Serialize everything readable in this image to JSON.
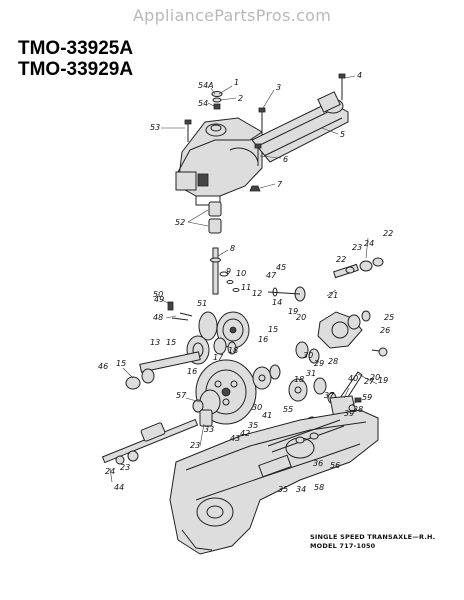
{
  "watermark": "AppliancePartsPros.com",
  "models": [
    "TMO-33925A",
    "TMO-33929A"
  ],
  "caption": {
    "line1": "SINGLE SPEED TRANSAXLE—R.H.",
    "line2": "MODEL 717-1050"
  },
  "callouts": {
    "c1": "1",
    "c2": "2",
    "c3": "3",
    "c4": "4",
    "c5": "5",
    "c6": "6",
    "c7": "7",
    "c8": "8",
    "c9": "9",
    "c10": "10",
    "c11": "11",
    "c12": "12",
    "c13": "13",
    "c14": "14",
    "c15a": "15",
    "c15b": "15",
    "c15c": "15",
    "c16a": "16",
    "c16b": "16",
    "c17": "17",
    "c18a": "18",
    "c18b": "18",
    "c19a": "19",
    "c19b": "19",
    "c20a": "20",
    "c20b": "20",
    "c21": "21",
    "c22a": "22",
    "c22b": "22",
    "c23a": "23",
    "c23b": "23",
    "c23c": "23",
    "c24a": "24",
    "c24b": "24",
    "c25": "25",
    "c26": "26",
    "c27": "27",
    "c28": "28",
    "c29": "29",
    "c30a": "30",
    "c30b": "30",
    "c31": "31",
    "c33": "33",
    "c34": "34",
    "c35a": "35",
    "c35b": "35",
    "c36": "36",
    "c37": "37",
    "c38": "38",
    "c39": "39",
    "c40": "40",
    "c41": "41",
    "c42": "42",
    "c43": "43",
    "c44": "44",
    "c45": "45",
    "c46": "46",
    "c47": "47",
    "c48": "48",
    "c49": "49",
    "c50": "50",
    "c51": "51",
    "c52": "52",
    "c53": "53",
    "c54": "54",
    "c54a": "54A",
    "c55": "55",
    "c56": "56",
    "c57": "57",
    "c58": "58",
    "c59": "59"
  }
}
